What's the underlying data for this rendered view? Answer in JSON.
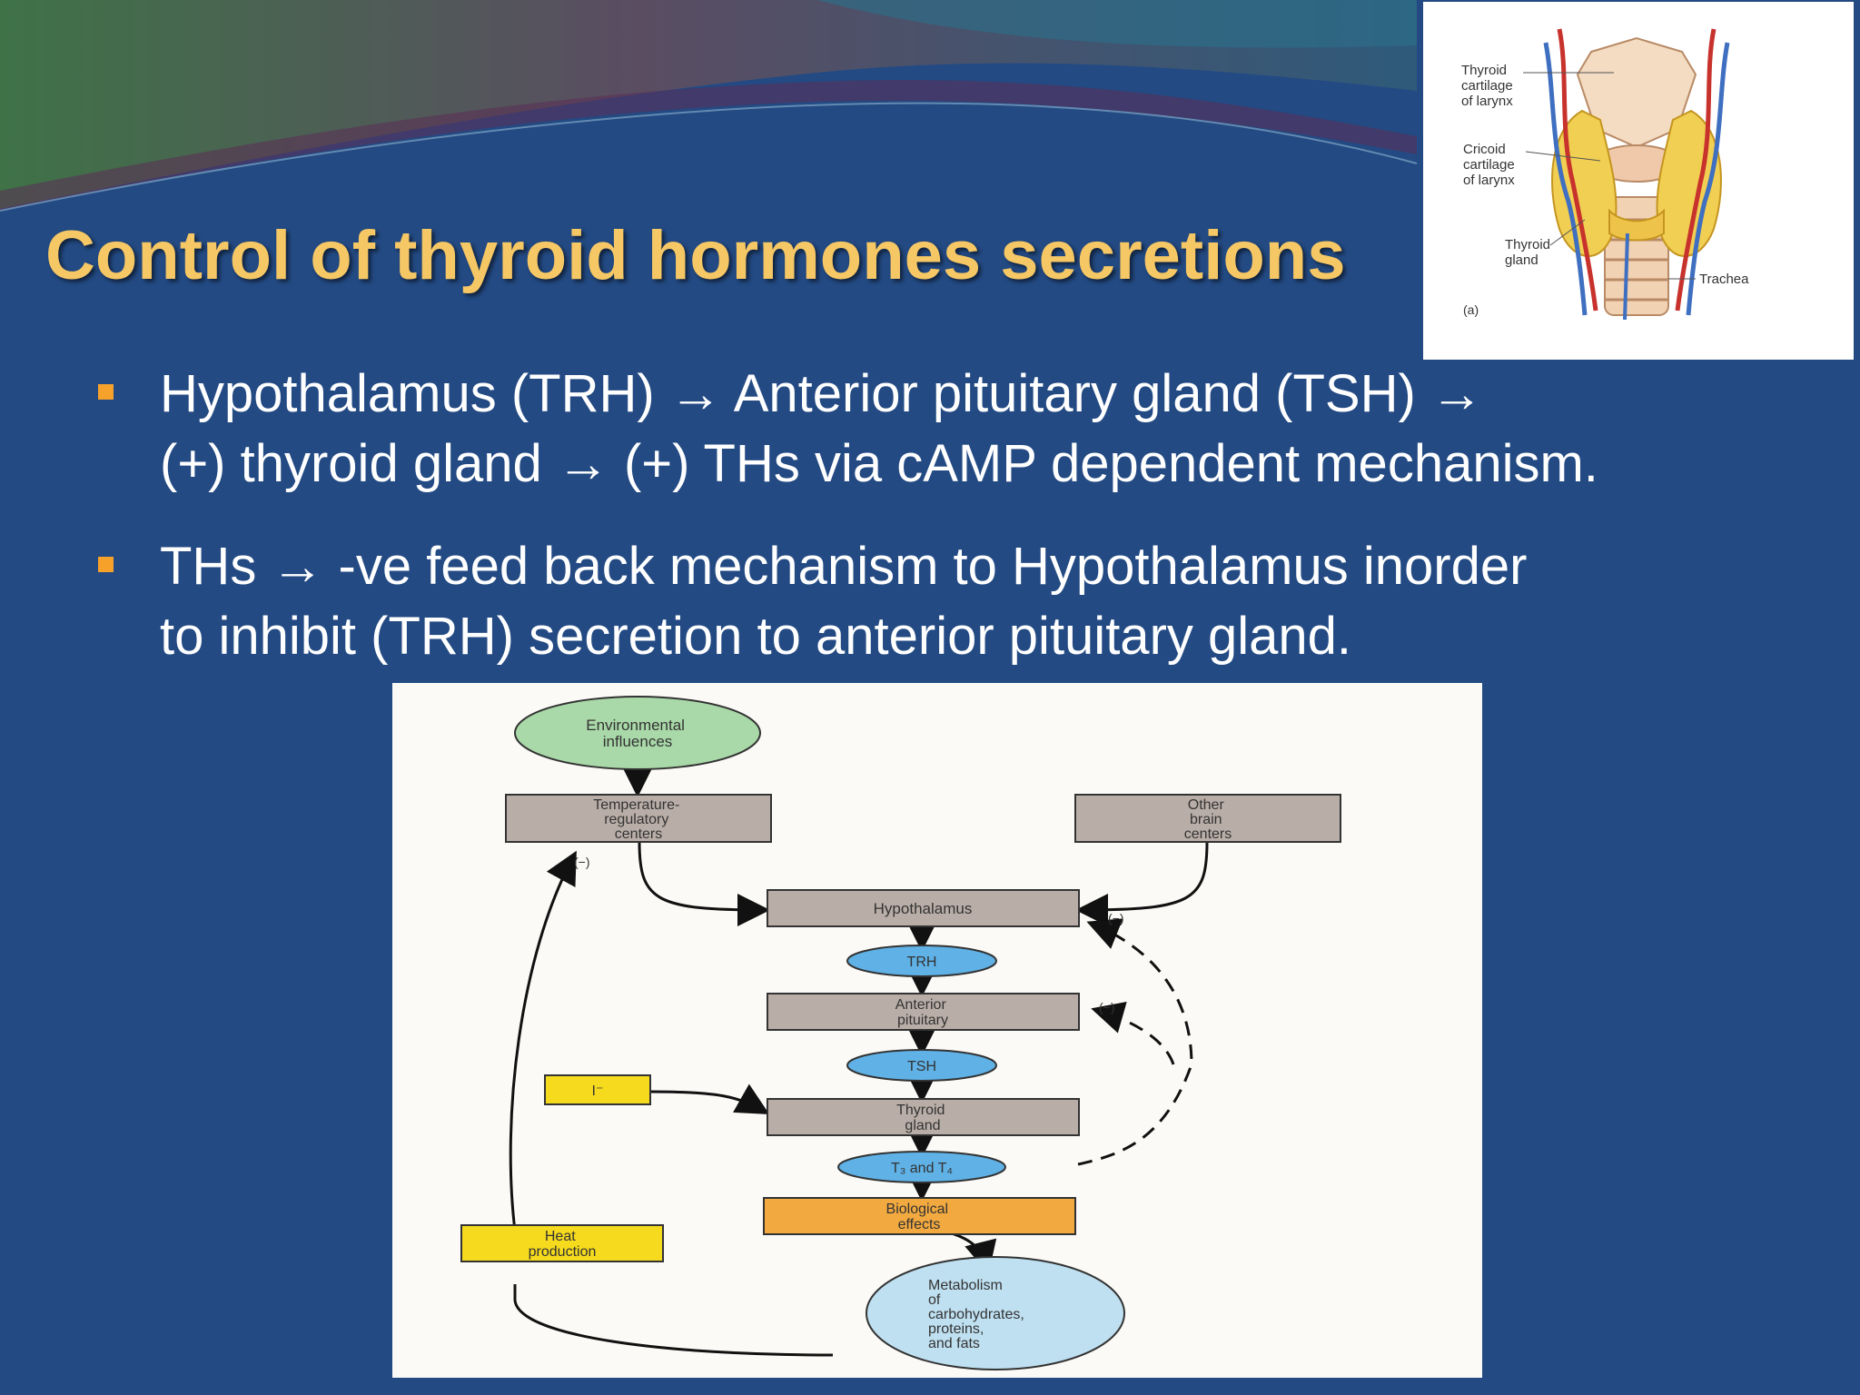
{
  "slide": {
    "title": "Control of thyroid hormones secretions",
    "bullets": [
      {
        "lines": [
          "Hypothalamus (TRH) → Anterior pituitary gland (TSH) →",
          "(+) thyroid gland → (+) THs via cAMP dependent mechanism."
        ]
      },
      {
        "lines": [
          "THs → -ve feed back mechanism to Hypothalamus  inorder",
          "to inhibit (TRH) secretion to anterior pituitary gland."
        ]
      }
    ]
  },
  "thyroid_figure": {
    "label_thyroid_cartilage": [
      "Thyroid",
      "cartilage",
      "of larynx"
    ],
    "label_cricoid_cartilage": [
      "Cricoid",
      "cartilage",
      "of larynx"
    ],
    "label_thyroid_gland": [
      "Thyroid",
      "gland"
    ],
    "label_trachea": "Trachea",
    "panel_label": "(a)"
  },
  "flow_diagram": {
    "environmental_influences": [
      "Environmental",
      "influences"
    ],
    "temperature_centers": [
      "Temperature-",
      "regulatory",
      "centers"
    ],
    "other_brain_centers": [
      "Other",
      "brain",
      "centers"
    ],
    "hypothalamus": "Hypothalamus",
    "trh": "TRH",
    "anterior_pituitary": [
      "Anterior",
      "pituitary"
    ],
    "tsh": "TSH",
    "iodide": "I⁻",
    "thyroid_gland": [
      "Thyroid",
      "gland"
    ],
    "t3_t4": "T₃ and T₄",
    "biological_effects": [
      "Biological",
      "effects"
    ],
    "heat_production": [
      "Heat",
      "production"
    ],
    "metabolism": [
      "Metabolism",
      "of",
      "carbohydrates,",
      "proteins,",
      "and fats"
    ],
    "inhibition_mark": "(−)"
  },
  "colors": {
    "background": "#234a83",
    "title": "#f6c765",
    "bullet_marker": "#f6a12a",
    "gray_box": "#b9aea7",
    "blue_oval": "#5fb1e6",
    "green_oval": "#a9d9a8",
    "orange_box": "#f2a93f",
    "yellow_box": "#f5da1d",
    "light_blue_oval": "#bfe0f1"
  }
}
